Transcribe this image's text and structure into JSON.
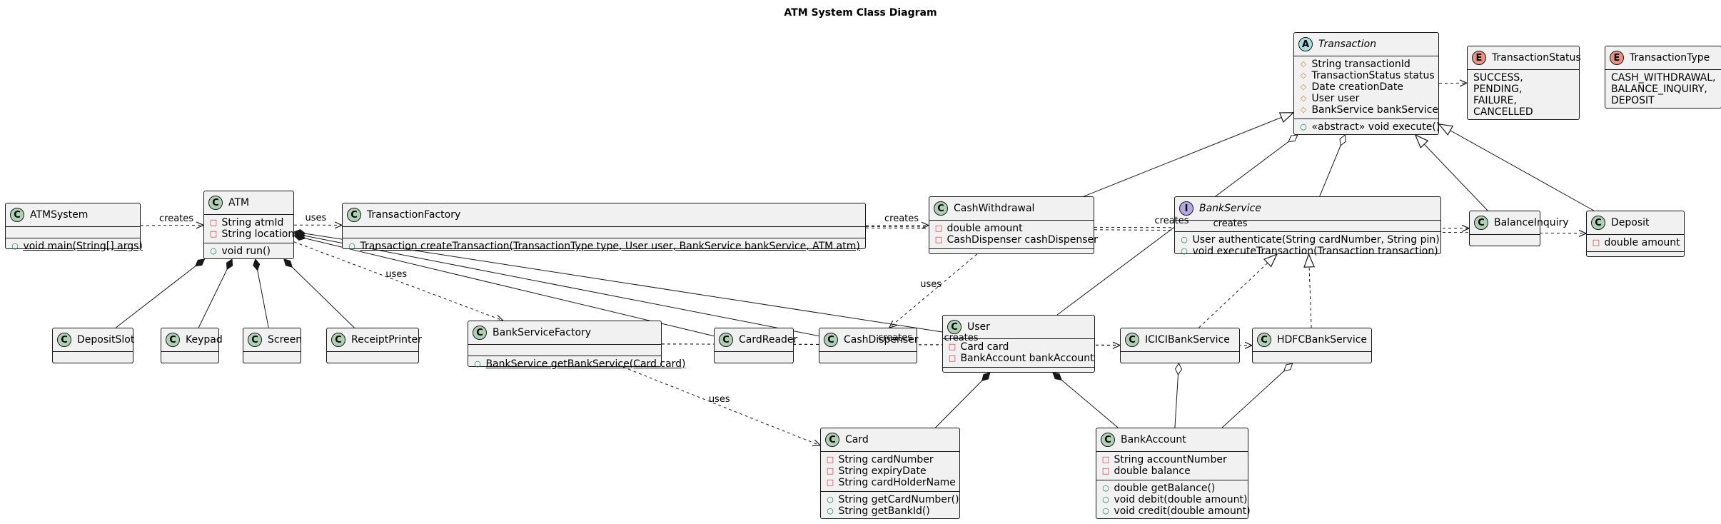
{
  "diagram_title": "ATM System Class Diagram",
  "classes": {
    "atmsystem": {
      "kind": "C",
      "name": "ATMSystem",
      "fields": [],
      "methods": [
        {
          "vis": "public",
          "text": "void main(String[] args)",
          "static": true
        }
      ]
    },
    "atm": {
      "kind": "C",
      "name": "ATM",
      "fields": [
        {
          "vis": "private",
          "text": "String atmId"
        },
        {
          "vis": "private",
          "text": "String location"
        }
      ],
      "methods": [
        {
          "vis": "public",
          "text": "void run()"
        }
      ]
    },
    "transactionfactory": {
      "kind": "C",
      "name": "TransactionFactory",
      "fields": [],
      "methods": [
        {
          "vis": "public",
          "text": "Transaction createTransaction(TransactionType type, User user, BankService bankService, ATM atm)",
          "static": true
        }
      ]
    },
    "cashwithdrawal": {
      "kind": "C",
      "name": "CashWithdrawal",
      "fields": [
        {
          "vis": "private",
          "text": "double amount"
        },
        {
          "vis": "private",
          "text": "CashDispenser cashDispenser"
        }
      ],
      "methods": []
    },
    "transaction": {
      "kind": "A",
      "name": "Transaction",
      "fields": [
        {
          "vis": "protected",
          "text": "String transactionId"
        },
        {
          "vis": "protected",
          "text": "TransactionStatus status"
        },
        {
          "vis": "protected",
          "text": "Date creationDate"
        },
        {
          "vis": "protected",
          "text": "User user"
        },
        {
          "vis": "protected",
          "text": "BankService bankService"
        }
      ],
      "methods": [
        {
          "vis": "public",
          "text": "«abstract» void execute()"
        }
      ]
    },
    "transactionstatus": {
      "kind": "E",
      "name": "TransactionStatus",
      "values": [
        "SUCCESS,",
        "PENDING,",
        "FAILURE,",
        "CANCELLED"
      ]
    },
    "transactiontype": {
      "kind": "E",
      "name": "TransactionType",
      "values": [
        "CASH_WITHDRAWAL,",
        "BALANCE_INQUIRY,",
        "DEPOSIT"
      ]
    },
    "bankservice": {
      "kind": "I",
      "name": "BankService",
      "fields": [],
      "methods": [
        {
          "vis": "public",
          "text": "User authenticate(String cardNumber, String pin)"
        },
        {
          "vis": "public",
          "text": "void executeTransaction(Transaction transaction)"
        }
      ]
    },
    "balanceinquiry": {
      "kind": "C",
      "name": "BalanceInquiry",
      "fields": [],
      "methods": []
    },
    "deposit": {
      "kind": "C",
      "name": "Deposit",
      "fields": [
        {
          "vis": "private",
          "text": "double amount"
        }
      ],
      "methods": []
    },
    "depositslot": {
      "kind": "C",
      "name": "DepositSlot",
      "fields": [],
      "methods": []
    },
    "keypad": {
      "kind": "C",
      "name": "Keypad",
      "fields": [],
      "methods": []
    },
    "screen": {
      "kind": "C",
      "name": "Screen",
      "fields": [],
      "methods": []
    },
    "receiptprinter": {
      "kind": "C",
      "name": "ReceiptPrinter",
      "fields": [],
      "methods": []
    },
    "bankservicefactory": {
      "kind": "C",
      "name": "BankServiceFactory",
      "fields": [],
      "methods": [
        {
          "vis": "public",
          "text": "BankService getBankService(Card card)",
          "static": true
        }
      ]
    },
    "cardreader": {
      "kind": "C",
      "name": "CardReader",
      "fields": [],
      "methods": []
    },
    "cashdispenser": {
      "kind": "C",
      "name": "CashDispenser",
      "fields": [],
      "methods": []
    },
    "user": {
      "kind": "C",
      "name": "User",
      "fields": [
        {
          "vis": "private",
          "text": "Card card"
        },
        {
          "vis": "private",
          "text": "BankAccount bankAccount"
        }
      ],
      "methods": []
    },
    "icicibankservice": {
      "kind": "C",
      "name": "ICICIBankService",
      "fields": [],
      "methods": []
    },
    "hdfcbankservice": {
      "kind": "C",
      "name": "HDFCBankService",
      "fields": [],
      "methods": []
    },
    "card": {
      "kind": "C",
      "name": "Card",
      "fields": [
        {
          "vis": "private",
          "text": "String cardNumber"
        },
        {
          "vis": "private",
          "text": "String expiryDate"
        },
        {
          "vis": "private",
          "text": "String cardHolderName"
        }
      ],
      "methods": [
        {
          "vis": "public",
          "text": "String getCardNumber()"
        },
        {
          "vis": "public",
          "text": "String getBankId()"
        }
      ]
    },
    "bankaccount": {
      "kind": "C",
      "name": "BankAccount",
      "fields": [
        {
          "vis": "private",
          "text": "String accountNumber"
        },
        {
          "vis": "private",
          "text": "double balance"
        }
      ],
      "methods": [
        {
          "vis": "public",
          "text": "double getBalance()"
        },
        {
          "vis": "public",
          "text": "void debit(double amount)"
        },
        {
          "vis": "public",
          "text": "void credit(double amount)"
        }
      ]
    }
  },
  "relations": [
    {
      "from": "atmsystem",
      "to": "atm",
      "type": "dependency",
      "label": "creates"
    },
    {
      "from": "atm",
      "to": "transactionfactory",
      "type": "dependency",
      "label": "uses"
    },
    {
      "from": "atm",
      "to": "bankservicefactory",
      "type": "dependency",
      "label": "uses"
    },
    {
      "from": "transactionfactory",
      "to": "cashwithdrawal",
      "type": "dependency",
      "label": "creates"
    },
    {
      "from": "transactionfactory",
      "to": "balanceinquiry",
      "type": "dependency",
      "label": "creates"
    },
    {
      "from": "transactionfactory",
      "to": "deposit",
      "type": "dependency",
      "label": "creates"
    },
    {
      "from": "transaction",
      "to": "transactionstatus",
      "type": "dependency",
      "label": ""
    },
    {
      "from": "cashwithdrawal",
      "to": "cashdispenser",
      "type": "dependency",
      "label": "uses"
    },
    {
      "from": "bankservicefactory",
      "to": "icicibankservice",
      "type": "dependency",
      "label": "creates"
    },
    {
      "from": "bankservicefactory",
      "to": "hdfcbankservice",
      "type": "dependency",
      "label": "creates"
    },
    {
      "from": "bankservicefactory",
      "to": "card",
      "type": "dependency",
      "label": "uses"
    },
    {
      "from": "cashwithdrawal",
      "to": "transaction",
      "type": "generalization",
      "label": ""
    },
    {
      "from": "balanceinquiry",
      "to": "transaction",
      "type": "generalization",
      "label": ""
    },
    {
      "from": "deposit",
      "to": "transaction",
      "type": "generalization",
      "label": ""
    },
    {
      "from": "icicibankservice",
      "to": "bankservice",
      "type": "realization",
      "label": ""
    },
    {
      "from": "hdfcbankservice",
      "to": "bankservice",
      "type": "realization",
      "label": ""
    },
    {
      "from": "transaction",
      "to": "user",
      "type": "aggregation",
      "label": ""
    },
    {
      "from": "transaction",
      "to": "bankservice",
      "type": "aggregation",
      "label": ""
    },
    {
      "from": "atm",
      "to": "depositslot",
      "type": "composition",
      "label": ""
    },
    {
      "from": "atm",
      "to": "keypad",
      "type": "composition",
      "label": ""
    },
    {
      "from": "atm",
      "to": "screen",
      "type": "composition",
      "label": ""
    },
    {
      "from": "atm",
      "to": "receiptprinter",
      "type": "composition",
      "label": ""
    },
    {
      "from": "atm",
      "to": "cardreader",
      "type": "composition",
      "label": ""
    },
    {
      "from": "atm",
      "to": "cashdispenser",
      "type": "composition",
      "label": ""
    },
    {
      "from": "atm",
      "to": "user",
      "type": "composition",
      "label": ""
    },
    {
      "from": "user",
      "to": "card",
      "type": "composition",
      "label": ""
    },
    {
      "from": "user",
      "to": "bankaccount",
      "type": "composition",
      "label": ""
    },
    {
      "from": "icicibankservice",
      "to": "bankaccount",
      "type": "aggregation",
      "label": ""
    },
    {
      "from": "hdfcbankservice",
      "to": "bankaccount",
      "type": "aggregation",
      "label": ""
    }
  ]
}
